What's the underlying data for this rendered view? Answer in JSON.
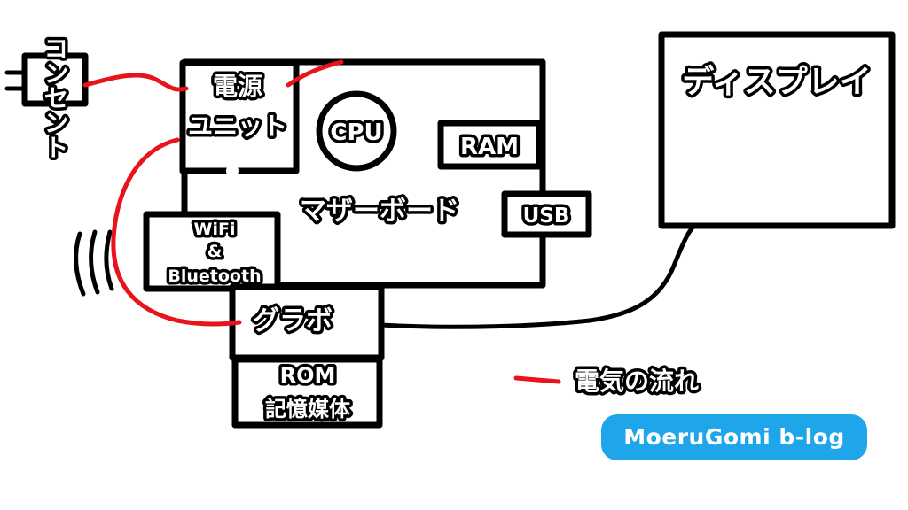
{
  "labels": {
    "outlet": "コンセント",
    "psu_line1": "電源",
    "psu_line2": "ユニット",
    "cpu": "CPU",
    "ram": "RAM",
    "motherboard": "マザーボード",
    "usb": "USB",
    "wireless_line1": "WiFi",
    "wireless_line2": "&",
    "wireless_line3": "Bluetooth",
    "gpu": "グラボ",
    "storage_line1": "ROM",
    "storage_line2": "記憶媒体",
    "display": "ディスプレイ"
  },
  "legend": {
    "power_flow": "電気の流れ"
  },
  "watermark": "MoeruGomi b-log",
  "colors": {
    "power_line": "#e8141b",
    "badge": "#1fa5ea",
    "outline": "#000000"
  }
}
